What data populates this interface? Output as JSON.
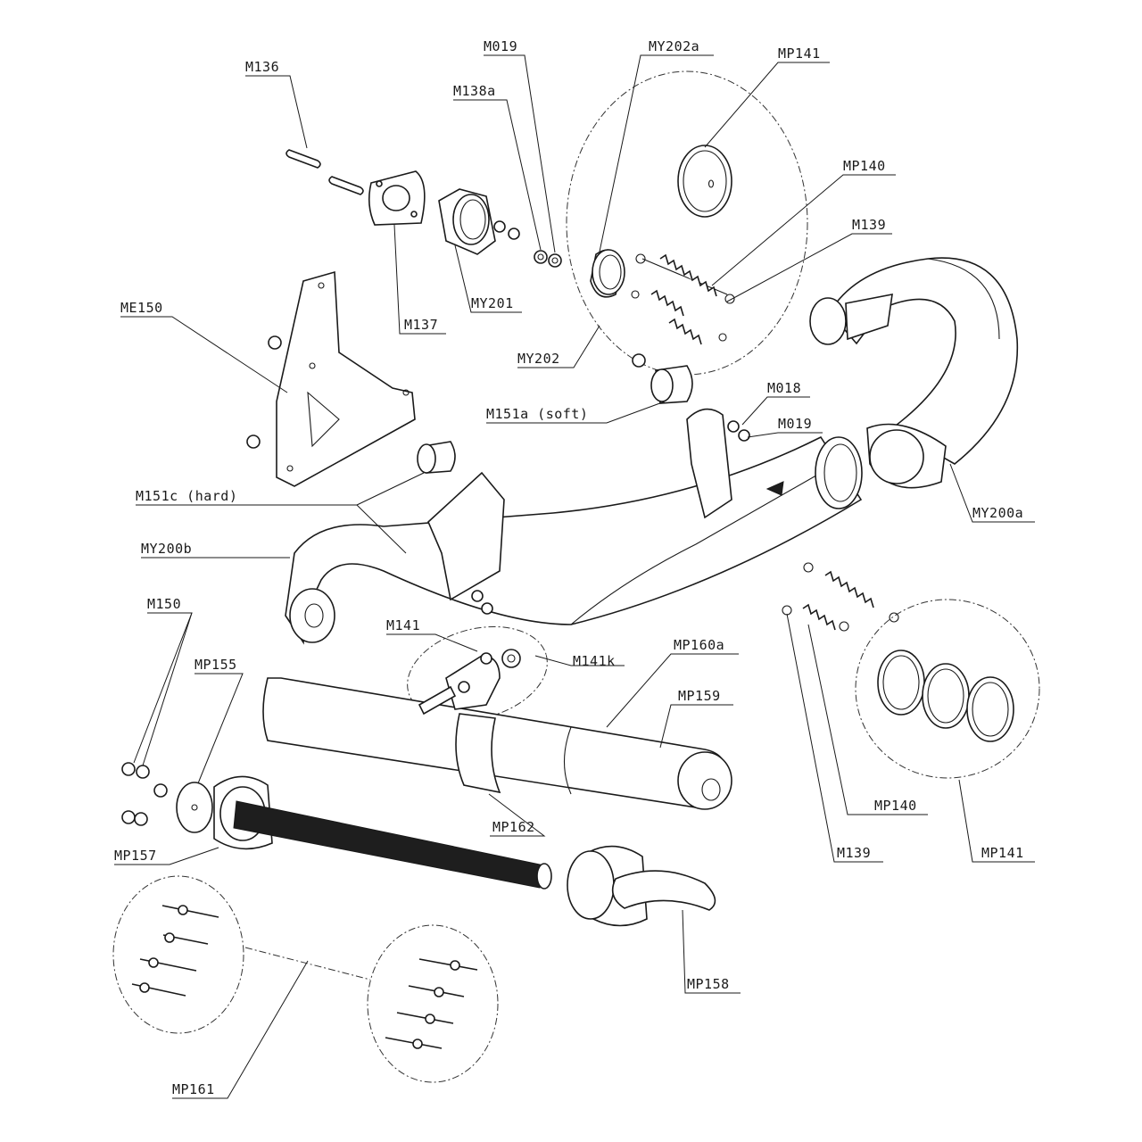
{
  "callouts": {
    "m136": "M136",
    "m019_top": "M019",
    "my202a": "MY202a",
    "mp141_top": "MP141",
    "m138a": "M138a",
    "mp140_top": "MP140",
    "m139_top": "M139",
    "me150": "ME150",
    "m137": "M137",
    "my201": "MY201",
    "my202": "MY202",
    "m018": "M018",
    "m151a": "M151a (soft)",
    "m019_mid": "M019",
    "my200a": "MY200a",
    "m151c": "M151c (hard)",
    "my200b": "MY200b",
    "m150": "M150",
    "m141": "M141",
    "m141k": "M141k",
    "mp160a": "MP160a",
    "mp155": "MP155",
    "mp159": "MP159",
    "mp162": "MP162",
    "mp157": "MP157",
    "mp140_bottom": "MP140",
    "m139_bottom": "M139",
    "mp141_bottom": "MP141",
    "mp158": "MP158",
    "mp161": "MP161"
  }
}
